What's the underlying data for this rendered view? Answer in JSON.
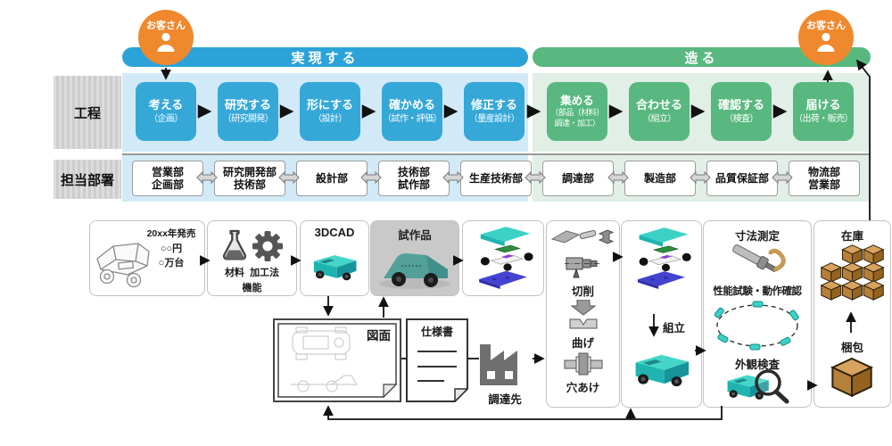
{
  "colors": {
    "blue": "#2ba3d9",
    "blue_light": "#d2eaf7",
    "green": "#58b87f",
    "green_light": "#e1efe7",
    "orange": "#f0882e",
    "carton": "#c89254",
    "teal": "#3bd2c5"
  },
  "customers": {
    "left": "お客さん",
    "right": "お客さん"
  },
  "phase_headers": {
    "realize": "実現する",
    "build": "造る"
  },
  "row_labels": {
    "process": "工程",
    "department": "担当部署"
  },
  "process_steps": [
    {
      "title": "考える",
      "subtitle": "（企画）"
    },
    {
      "title": "研究する",
      "subtitle": "（研究開発）"
    },
    {
      "title": "形にする",
      "subtitle": "（設計）"
    },
    {
      "title": "確かめる",
      "subtitle": "（試作・評価）"
    },
    {
      "title": "修正する",
      "subtitle": "（量産設計）"
    },
    {
      "title": "集める",
      "subtitle": "（部品（材料）\n調達・加工）"
    },
    {
      "title": "合わせる",
      "subtitle": "（組立）"
    },
    {
      "title": "確認する",
      "subtitle": "（検査）"
    },
    {
      "title": "届ける",
      "subtitle": "（出荷・販売）"
    }
  ],
  "departments": [
    {
      "name": "営業部\n企画部"
    },
    {
      "name": "研究開発部\n技術部"
    },
    {
      "name": "設計部"
    },
    {
      "name": "技術部\n試作部"
    },
    {
      "name": "生産技術部"
    },
    {
      "name": "調達部"
    },
    {
      "name": "製造部"
    },
    {
      "name": "品質保証部"
    },
    {
      "name": "物流部\n営業部"
    }
  ],
  "bottom_flow": {
    "concept": {
      "release": "20xx年発売",
      "price": "○○円",
      "volume": "○万台"
    },
    "research": {
      "material": "材料",
      "method": "加工法",
      "function": "機能"
    },
    "cad_label": "3DCAD",
    "prototype_label": "試作品",
    "drawing_label": "図面",
    "spec_label": "仕様書",
    "supplier_label": "調達先",
    "machining": {
      "cutting": "切削",
      "bending": "曲げ",
      "drilling": "穴あけ"
    },
    "assembly_label": "組立",
    "inspection": {
      "dimension": "寸法測定",
      "performance": "性能試験・動作確認",
      "visual": "外観検査"
    },
    "stock_label": "在庫",
    "packing_label": "梱包"
  }
}
